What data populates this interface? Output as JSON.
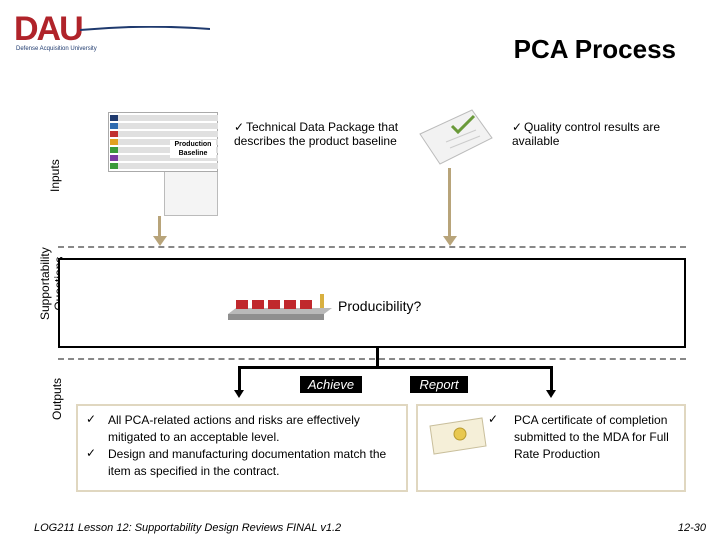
{
  "logo": {
    "mark": "DAU",
    "subtitle": "Defense Acquisition University"
  },
  "title": "PCA Process",
  "side_labels": {
    "inputs": "Inputs",
    "supportability_line1": "Supportability",
    "supportability_line2": "Questions",
    "outputs": "Outputs"
  },
  "inputs": {
    "baseline_label": "Production Baseline",
    "tdp_text": "Technical Data Package that describes the product baseline",
    "qc_text": "Quality control results are available"
  },
  "process": {
    "question": "Producibility?"
  },
  "branches": {
    "achieve": "Achieve",
    "report": "Report"
  },
  "achieve_outputs": [
    "All PCA-related actions and risks are effectively mitigated to an acceptable level.",
    "Design and manufacturing documentation match the item as specified in the contract."
  ],
  "report_outputs": [
    "PCA certificate of completion submitted to the MDA for Full Rate Production"
  ],
  "tick_glyph": "✓",
  "footer": {
    "left": "LOG211 Lesson 12: Supportability Design Reviews  FINAL v1.2",
    "page": "12-30"
  },
  "colors": {
    "logo_red": "#b0232a",
    "arrow_tan": "#b8a47a",
    "box_border_tan": "#e0d7c0"
  }
}
